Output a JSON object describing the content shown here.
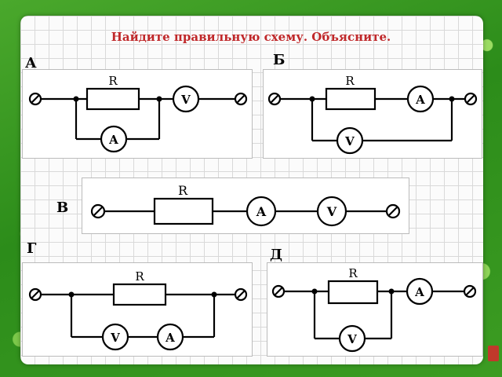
{
  "slide": {
    "title": "Найдите правильную схему. Объясните."
  },
  "circuits": {
    "a": {
      "label": "А",
      "resistor": "R",
      "meter1": "V",
      "meter2": "A"
    },
    "b": {
      "label": "Б",
      "resistor": "R",
      "meter1": "A",
      "meter2": "V"
    },
    "v": {
      "label": "В",
      "resistor": "R",
      "meter1": "A",
      "meter2": "V"
    },
    "g": {
      "label": "Г",
      "resistor": "R",
      "meter1": "V",
      "meter2": "A"
    },
    "d": {
      "label": "Д",
      "resistor": "R",
      "meter1": "A",
      "meter2": "V"
    }
  },
  "colors": {
    "title": "#c0282a",
    "background": "#2f8a1e"
  }
}
